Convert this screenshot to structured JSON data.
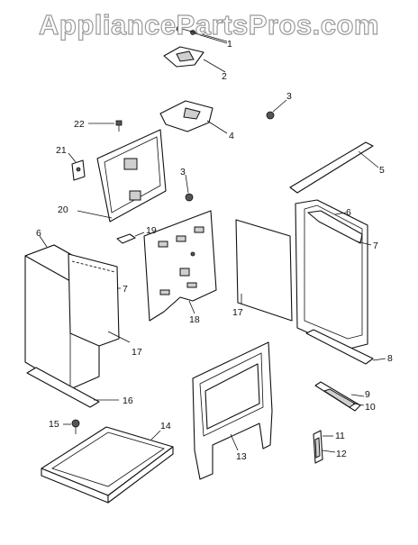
{
  "watermark": "AppliancePartsPros.com",
  "callouts": [
    "1",
    "2",
    "3",
    "4",
    "3",
    "22",
    "5",
    "21",
    "6",
    "20",
    "19",
    "7",
    "6",
    "7",
    "18",
    "17",
    "17",
    "8",
    "16",
    "9",
    "10",
    "15",
    "14",
    "11",
    "13",
    "12"
  ]
}
